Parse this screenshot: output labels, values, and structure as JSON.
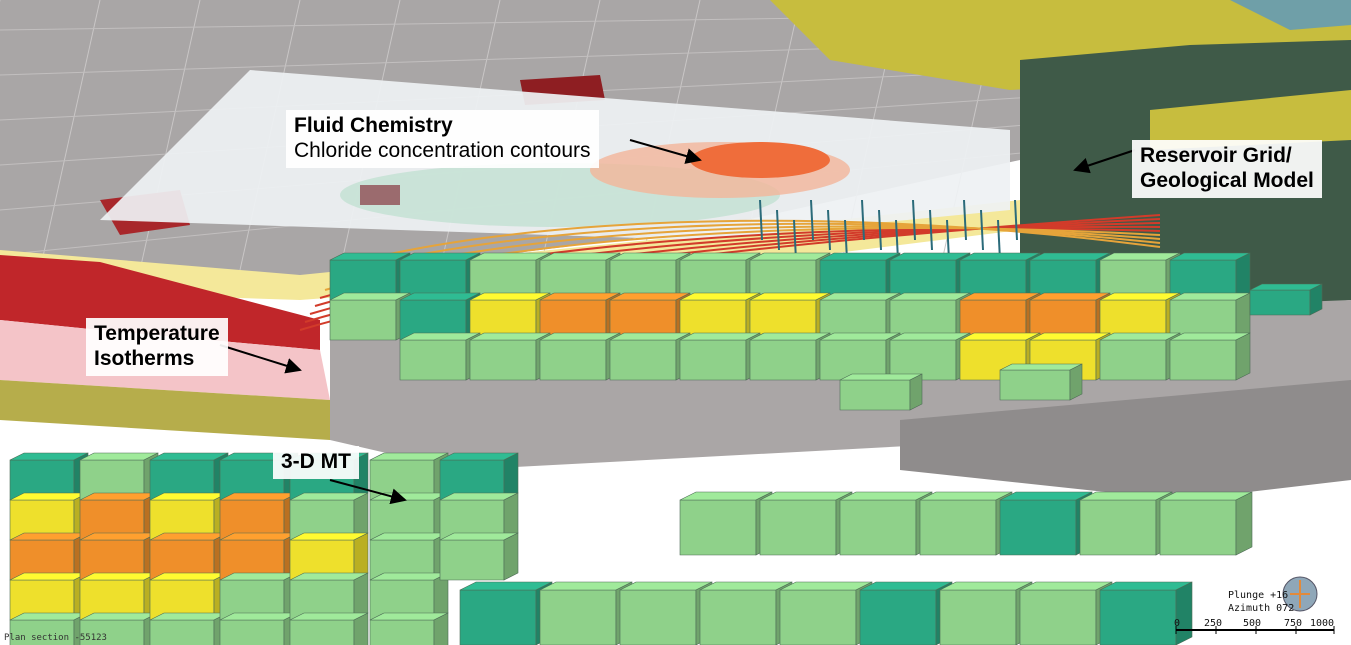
{
  "labels": {
    "fluid_chemistry_title": "Fluid Chemistry",
    "fluid_chemistry_sub": "Chloride concentration contours",
    "reservoir_line1": "Reservoir Grid/",
    "reservoir_line2": "Geological Model",
    "temperature_line1": "Temperature",
    "temperature_line2": "Isotherms",
    "mt_label": "3-D MT"
  },
  "view": {
    "plunge": "Plunge +16",
    "azimuth": "Azimuth 072",
    "plan_section": "Plan section -55123"
  },
  "scale_bar": {
    "ticks": [
      "0",
      "250",
      "500",
      "750",
      "1000"
    ]
  },
  "colors": {
    "grid_gray": "#9e9a9a",
    "dark_green": "#3f5a48",
    "olive": "#c7bd3e",
    "red": "#c0262a",
    "pink": "#f4c4c8",
    "teal": "#2aa883",
    "light_green": "#8fd18a",
    "yellow": "#eee02c",
    "orange": "#ef8f2a"
  }
}
